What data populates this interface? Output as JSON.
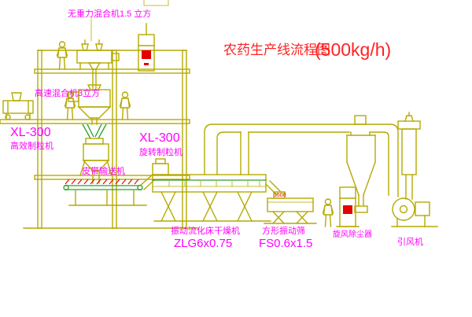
{
  "drawing": {
    "title": "农药生产线流程图",
    "capacity": "(500kg/h)"
  },
  "equipment_labels": {
    "gravity_mixer": "无重力混合机1.5 立方",
    "high_speed_mixer": "高速混合机3立方",
    "granulator_left_model": "XL-300",
    "granulator_left_name": "高效制粒机",
    "granulator_mid_model": "XL-300",
    "granulator_mid_name": "旋转制粒机",
    "belt_conveyor": "皮带输送机",
    "fluid_bed_dryer_name": "振动流化床干燥机",
    "fluid_bed_dryer_model": "ZLG6x0.75",
    "vibrating_sieve_name": "方形振动筛",
    "vibrating_sieve_model": "FS0.6x1.5",
    "cyclone_dust_collector": "旋风除尘器",
    "induced_draft_fan": "引风机",
    "dimension_note": "1500"
  },
  "colors": {
    "background": "#ffffff",
    "line": "#b5aa00",
    "line_green": "#2aa02a",
    "label": "#ff00ff",
    "title": "#ff2222",
    "accent_red": "#e60000"
  }
}
